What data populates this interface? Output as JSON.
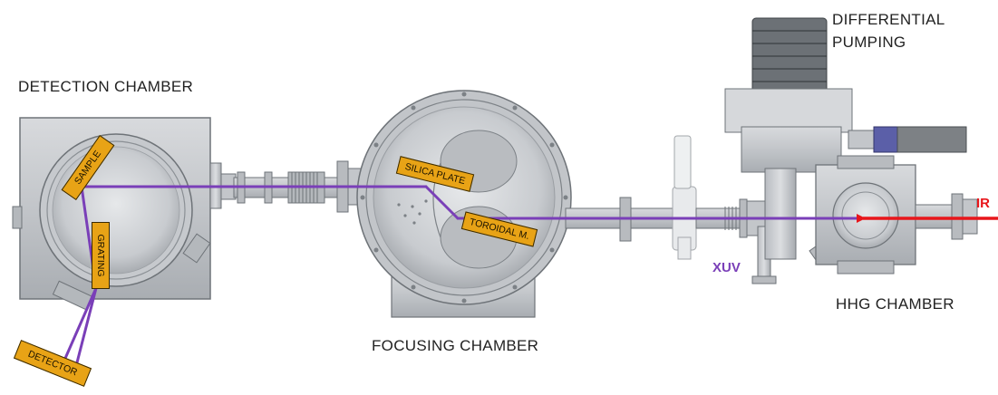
{
  "labels": {
    "detection_chamber": "DETECTION CHAMBER",
    "focusing_chamber": "FOCUSING CHAMBER",
    "hhg_chamber": "HHG CHAMBER",
    "differential_line1": "DIFFERENTIAL",
    "differential_line2": "PUMPING"
  },
  "components": {
    "sample": "SAMPLE",
    "grating": "GRATING",
    "detector": "DETECTOR",
    "silica_plate": "SILICA PLATE",
    "toroidal_mirror": "TOROIDAL M."
  },
  "beams": {
    "xuv": "XUV",
    "ir": "IR"
  },
  "colors": {
    "xuv_beam": "#7a3fb8",
    "ir_beam": "#e8161b",
    "component_tag": "#e8a316",
    "chamber_metal": "#c9ccd0"
  }
}
